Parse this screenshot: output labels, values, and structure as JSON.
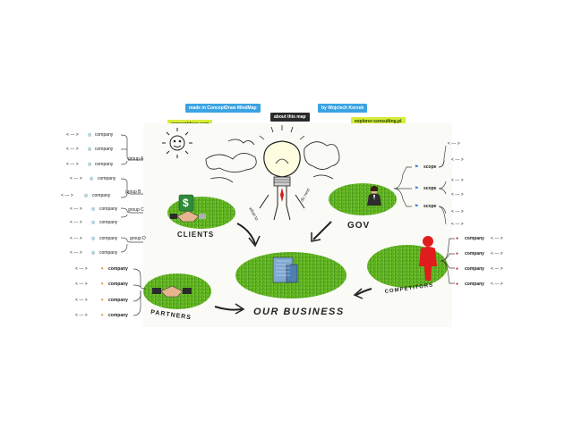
{
  "header": {
    "made_in": "made in ConceptDraw MindMap",
    "author": "by Wojciech Korzek",
    "about": "about this map",
    "site_left": "conceptdraw.com",
    "site_right": "explorer-consulting.pl"
  },
  "map": {
    "center_label": "OUR BUSINESS",
    "clients_label": "CLIENTS",
    "gov_label": "GOV",
    "partners_label": "PARTNERS",
    "competitors_label": "COMPETITORS",
    "bulb_left_text": "what to",
    "bulb_right_text": "do next"
  },
  "left_clients": {
    "groups": [
      {
        "label": "group A",
        "items": [
          "company",
          "company",
          "company"
        ]
      },
      {
        "label": "group B",
        "items": [
          "company",
          "company"
        ]
      },
      {
        "label": "group C",
        "items": [
          "company",
          "company"
        ]
      },
      {
        "label": "group D",
        "items": [
          "company",
          "company"
        ]
      }
    ],
    "arrow": "< --- >"
  },
  "left_partners": {
    "items": [
      "company",
      "company",
      "company",
      "company"
    ],
    "arrow": "< --- >"
  },
  "gov": {
    "items": [
      {
        "label": "scope",
        "links": [
          "< --- >",
          "< --- >"
        ]
      },
      {
        "label": "scope",
        "links": [
          "< --- >",
          "< --- >"
        ]
      },
      {
        "label": "scope",
        "links": [
          "< --- >",
          "< --- >"
        ]
      }
    ]
  },
  "competitors": {
    "items": [
      "company",
      "company",
      "company",
      "company"
    ],
    "arrow": "< --- >"
  }
}
